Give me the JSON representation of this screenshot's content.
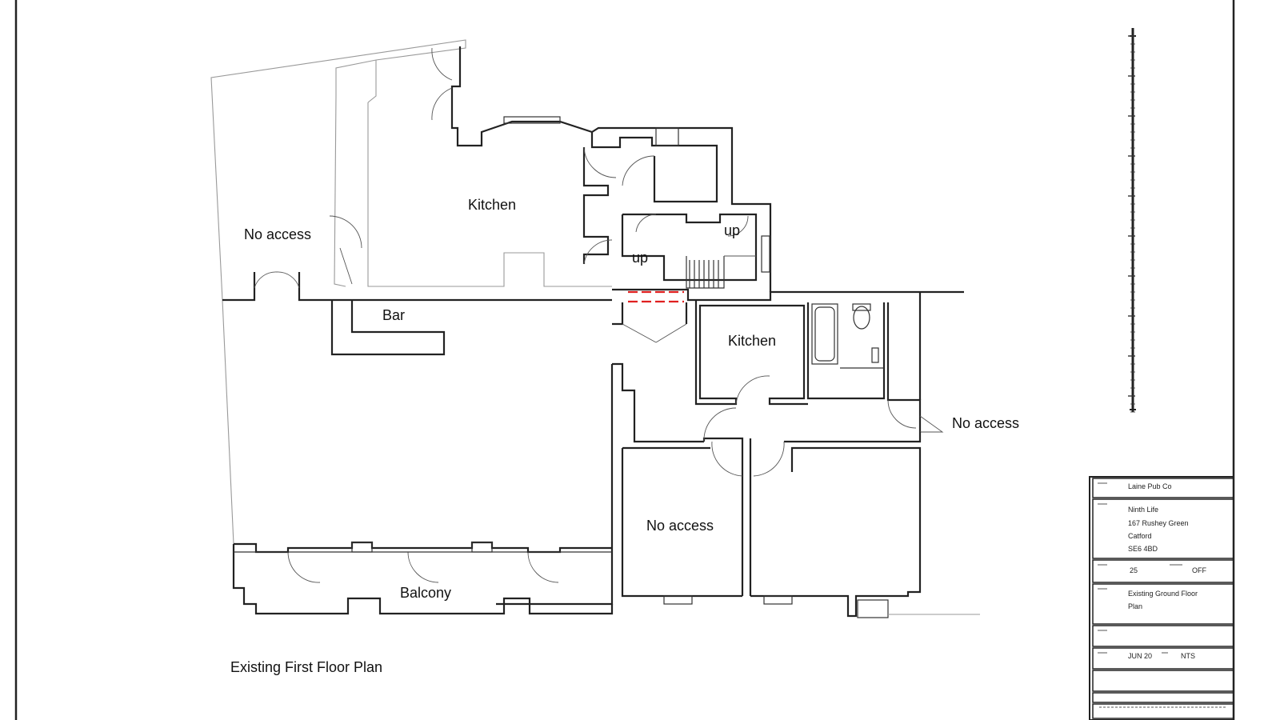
{
  "plan": {
    "title": "Existing First Floor Plan",
    "rooms": {
      "kitchen_upper": "Kitchen",
      "no_access_left": "No access",
      "up_left": "up",
      "up_right": "up",
      "bar": "Bar",
      "kitchen_lower": "Kitchen",
      "no_access_right": "No access",
      "no_access_center": "No access",
      "balcony": "Balcony"
    }
  },
  "title_block": {
    "client": "Laine Pub Co",
    "project_lines": [
      "Ninth Life",
      "167 Rushey Green",
      "Catford",
      "SE6 4BD"
    ],
    "field_value_1": "25",
    "field_value_2": "OFF",
    "drawing_lines": [
      "Existing Ground Floor",
      "Plan"
    ],
    "date": "JUN 20",
    "scale": "NTS"
  },
  "colors": {
    "wall": "#222222",
    "light_wall": "#999999",
    "demolition": "#e02020"
  }
}
